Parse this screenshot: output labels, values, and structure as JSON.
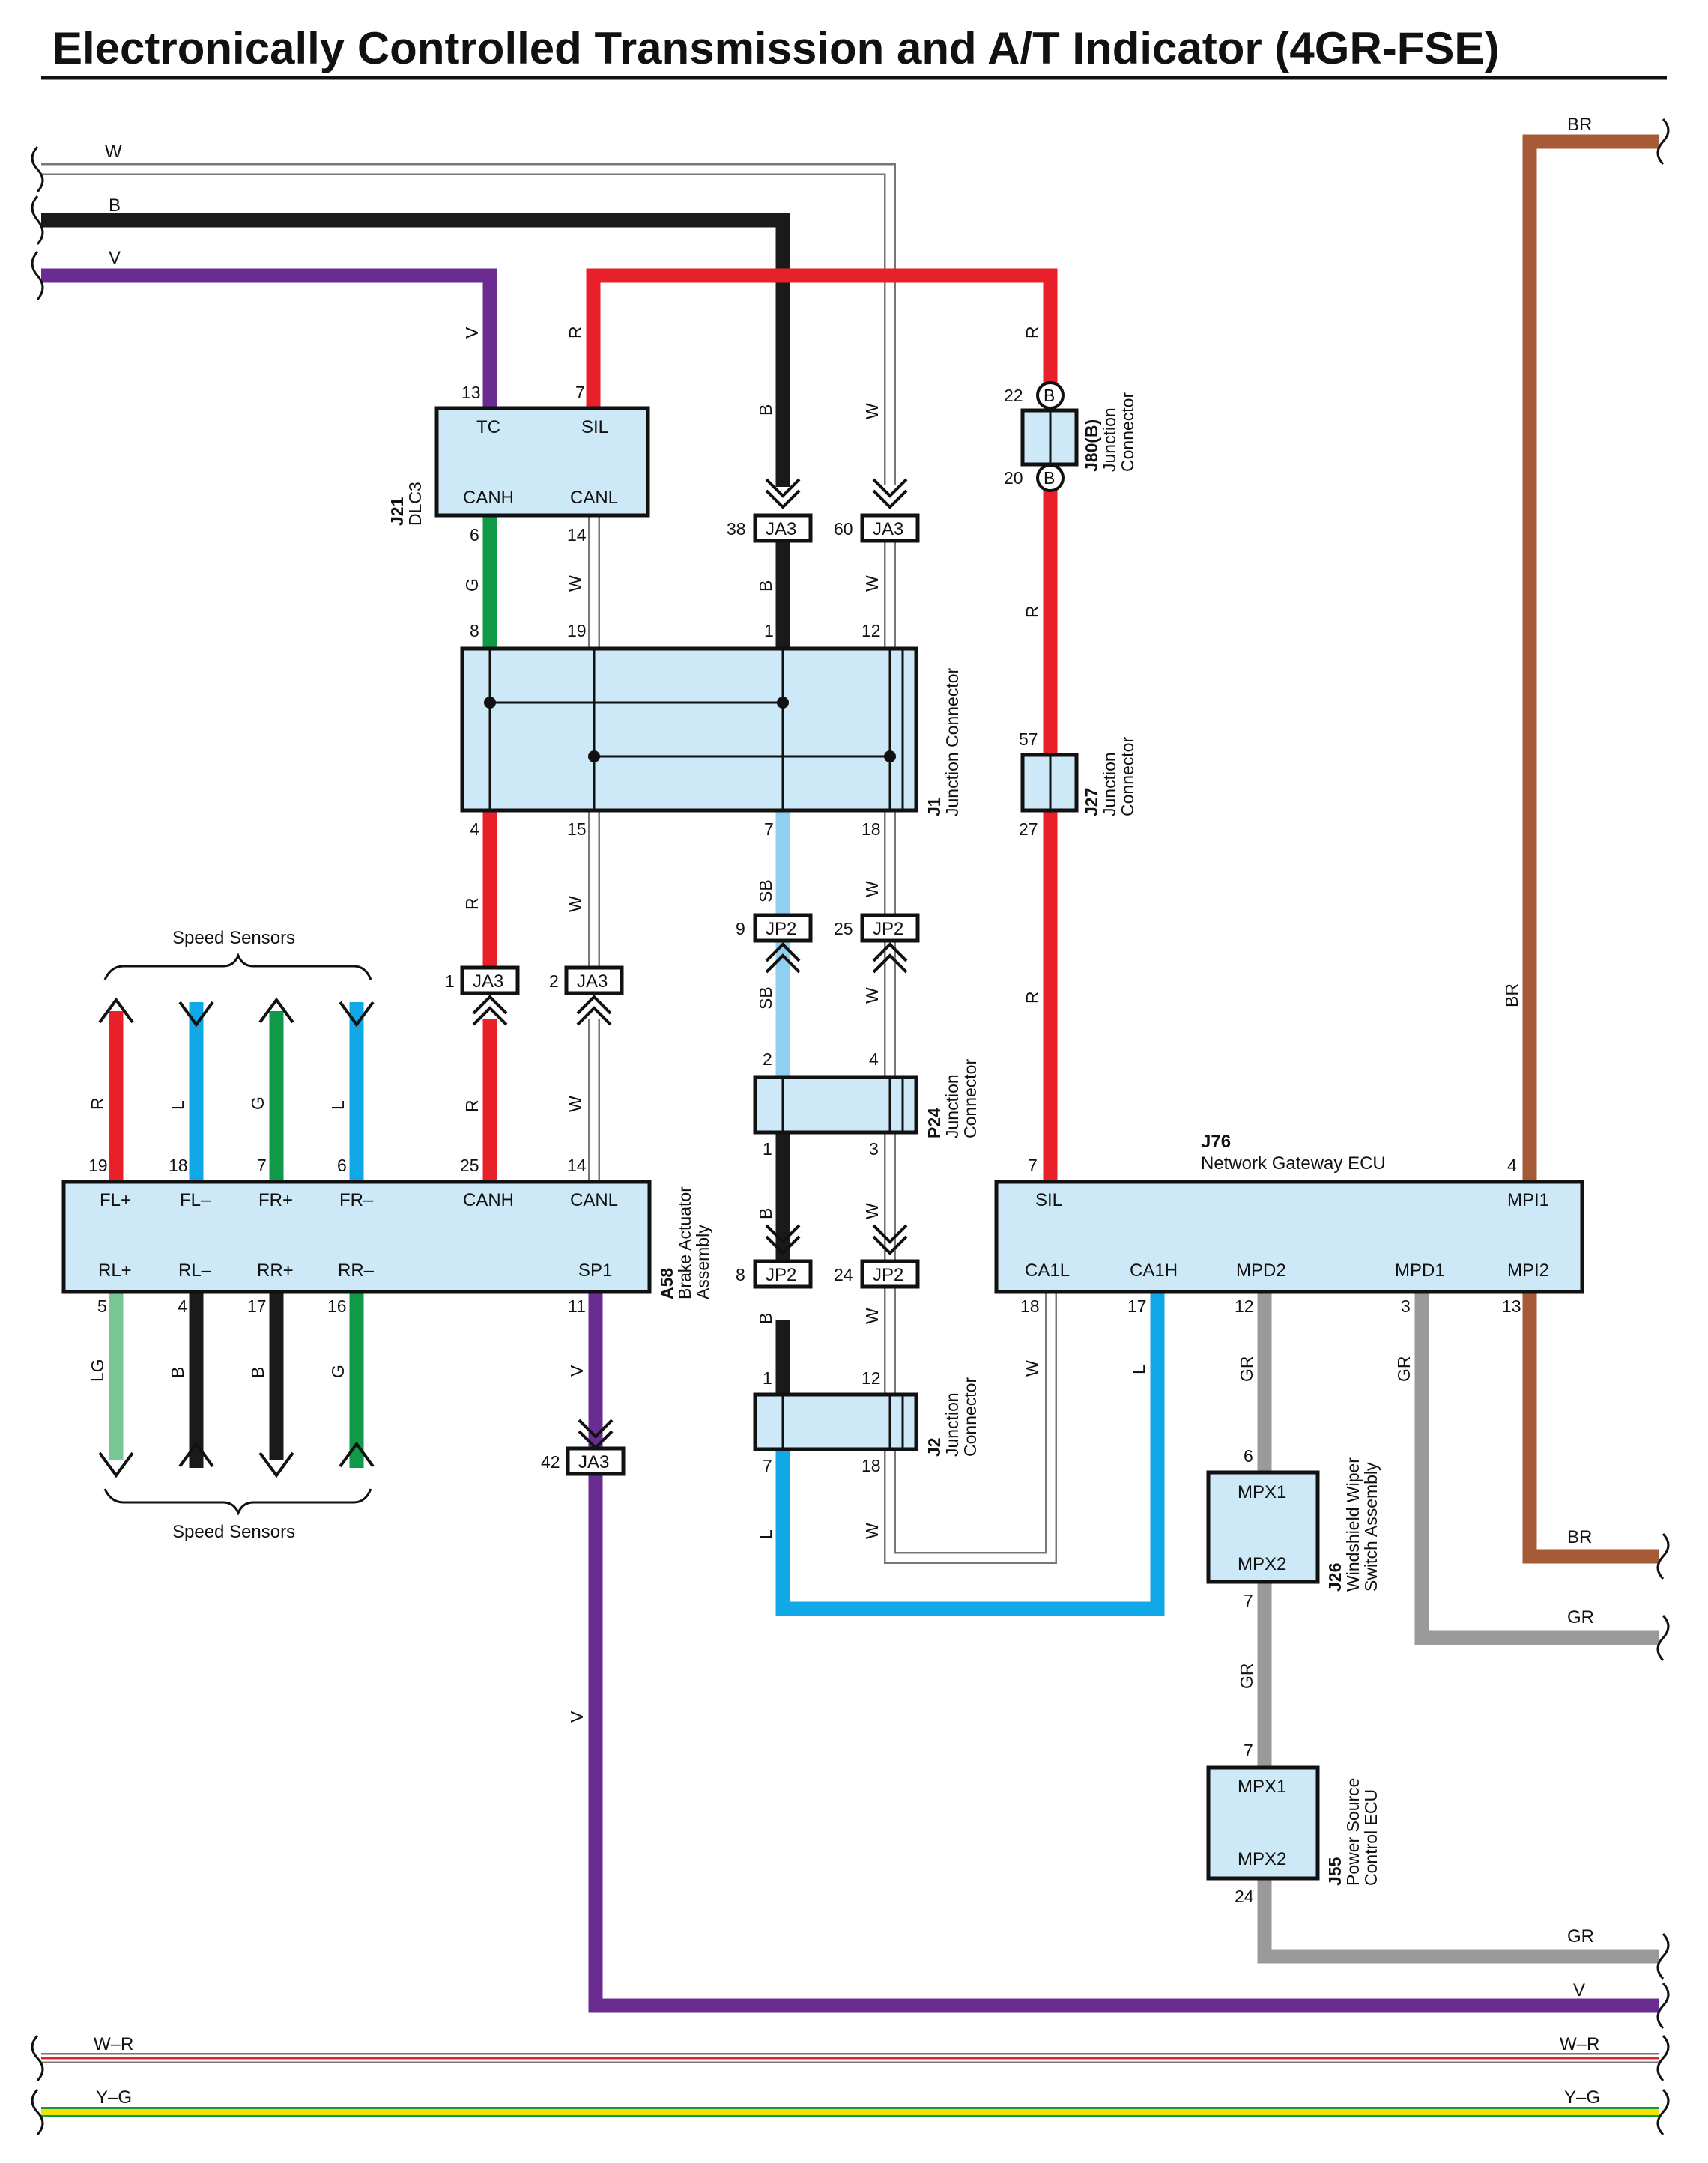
{
  "title": "Electronically Controlled Transmission and A/T Indicator (4GR-FSE)",
  "colors": {
    "W": "#ffffff",
    "B": "#1a1a1a",
    "V": "#6a2c91",
    "R": "#e8202a",
    "G": "#109a48",
    "L": "#10a8e6",
    "SB": "#8fd0f0",
    "LG": "#78c896",
    "GR": "#9a9a9a",
    "BR": "#a65a35",
    "Y": "#f2e300",
    "box_fill": "#cde8f7",
    "outline": "#1a1a1a"
  },
  "wire_codes": {
    "W": "W",
    "B": "B",
    "V": "V",
    "R": "R",
    "G": "G",
    "L": "L",
    "SB": "SB",
    "LG": "LG",
    "GR": "GR",
    "BR": "BR",
    "WR": "W–R",
    "YG": "Y–G"
  },
  "components": {
    "dlc3": {
      "id": "J21",
      "name": "DLC3",
      "pins": {
        "tc": "TC",
        "sil": "SIL",
        "canh": "CANH",
        "canl": "CANL"
      },
      "pin_numbers": {
        "tc": "13",
        "sil": "7",
        "canh": "6",
        "canl": "14"
      }
    },
    "j1": {
      "id": "J1",
      "name": "Junction Connector",
      "pin_numbers": {
        "t1": "8",
        "t2": "19",
        "t3": "1",
        "t4": "12",
        "b1": "4",
        "b2": "15",
        "b3": "7",
        "b4": "18"
      }
    },
    "j80": {
      "id": "J80(B)",
      "name1": "Junction",
      "name2": "Connector",
      "badge": "B",
      "pin_numbers": {
        "top": "22",
        "bottom": "20"
      }
    },
    "j27": {
      "id": "J27",
      "name1": "Junction",
      "name2": "Connector",
      "pin_numbers": {
        "top": "57",
        "bottom": "27"
      }
    },
    "p24": {
      "id": "P24",
      "name1": "Junction",
      "name2": "Connector",
      "pin_numbers": {
        "t1": "2",
        "t2": "4",
        "b1": "1",
        "b2": "3"
      }
    },
    "j2": {
      "id": "J2",
      "name1": "Junction",
      "name2": "Connector",
      "pin_numbers": {
        "t1": "1",
        "t2": "12",
        "b1": "7",
        "b2": "18"
      }
    },
    "a58": {
      "id": "A58",
      "name1": "Brake Actuator",
      "name2": "Assembly",
      "pins_top": [
        "FL+",
        "FL–",
        "FR+",
        "FR–",
        "CANH",
        "CANL"
      ],
      "pin_numbers_top": [
        "19",
        "18",
        "7",
        "6",
        "25",
        "14"
      ],
      "pins_bottom": [
        "RL+",
        "RL–",
        "RR+",
        "RR–",
        "SP1"
      ],
      "pin_numbers_bottom": [
        "5",
        "4",
        "17",
        "16",
        "11"
      ]
    },
    "j76": {
      "id": "J76",
      "name": "Network Gateway ECU",
      "pins_top": {
        "sil": "SIL",
        "mpi1": "MPI1"
      },
      "pin_numbers_top": {
        "sil": "7",
        "mpi1": "4"
      },
      "pins_bottom": [
        "CA1L",
        "CA1H",
        "MPD2",
        "MPD1",
        "MPI2"
      ],
      "pin_numbers_bottom": [
        "18",
        "17",
        "12",
        "3",
        "13"
      ]
    },
    "j26": {
      "id": "J26",
      "name1": "Windshield Wiper",
      "name2": "Switch Assembly",
      "pins": {
        "top": "MPX1",
        "bottom": "MPX2"
      },
      "pin_numbers": {
        "top": "6",
        "bottom": "7"
      }
    },
    "j55": {
      "id": "J55",
      "name1": "Power Source",
      "name2": "Control ECU",
      "pins": {
        "top": "MPX1",
        "bottom": "MPX2"
      },
      "pin_numbers": {
        "top": "7",
        "bottom": "24"
      }
    }
  },
  "in_line_connectors": {
    "ja3": "JA3",
    "jp2": "JP2",
    "ja3_b_pin": "38",
    "ja3_w_pin": "60",
    "jp2_sb_pin": "9",
    "jp2_w_pin": "25",
    "ja3_r_pin": "1",
    "ja3_wl_pin": "2",
    "jp2_b_pin": "8",
    "jp2_w2_pin": "24",
    "ja3_v_pin": "42"
  },
  "speed_sensors_label": "Speed Sensors"
}
